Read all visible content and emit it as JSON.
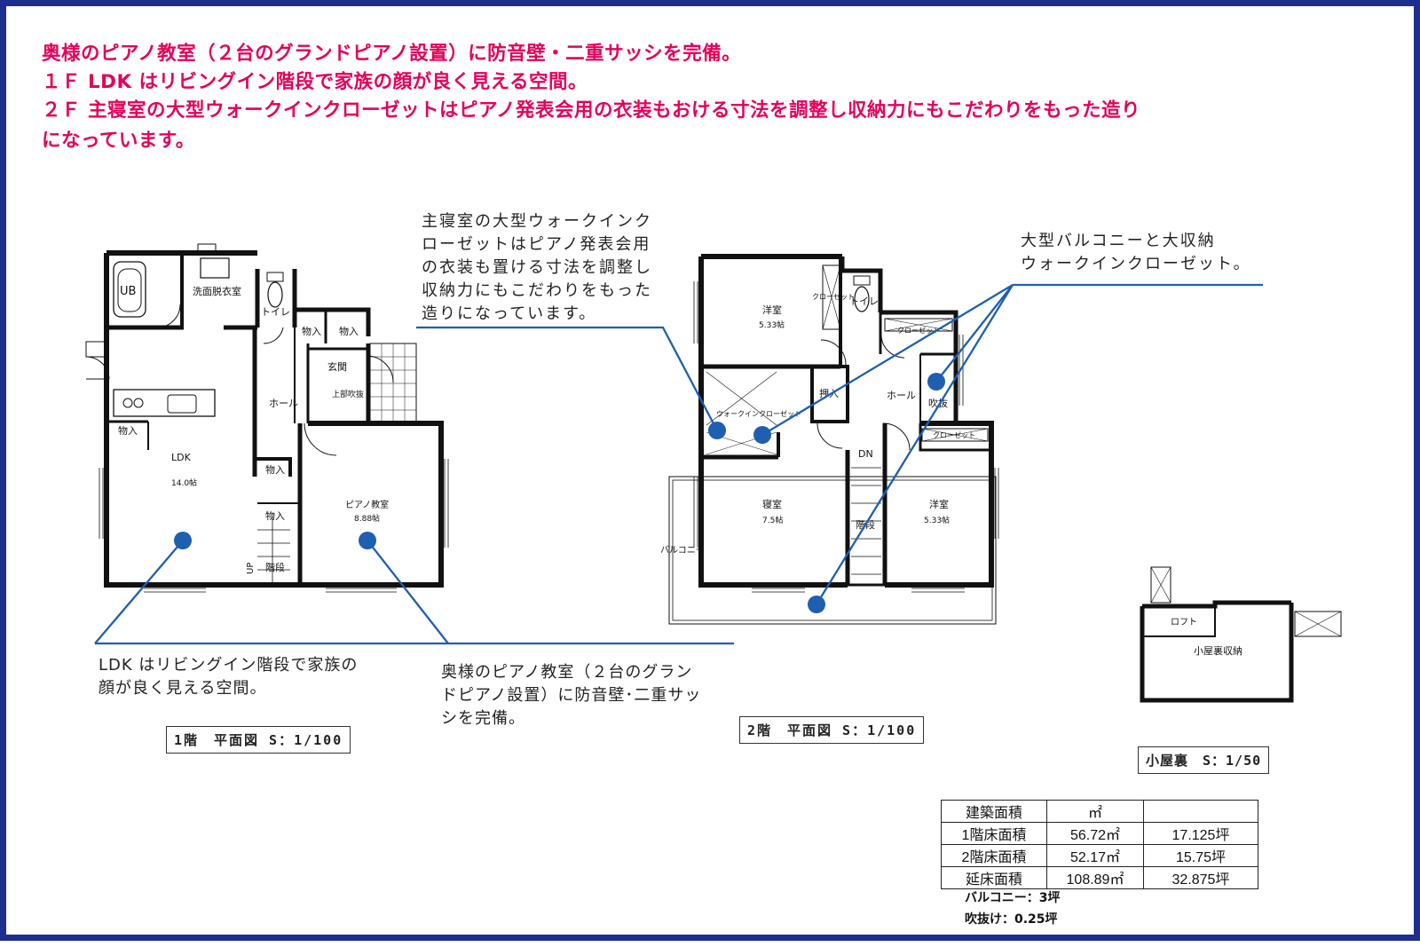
{
  "headline": {
    "line1": "奥様のピアノ教室（２台のグランドピアノ設置）に防音壁・二重サッシを完備。",
    "line2": "１Ｆ LDK はリビングイン階段で家族の顔が良く見える空間。",
    "line3": "２Ｆ 主寝室の大型ウォークインクローゼットはピアノ発表会用の衣装もおける寸法を調整し収納力にもこだわりをもった造り",
    "line4": "になっています。",
    "color": "#e5005a"
  },
  "frame_color": "#1c2f8f",
  "marker_color": "#1f5fb0",
  "notes": {
    "closet": [
      "主寝室の大型ウォークインク",
      "ローゼットはピアノ発表会用",
      "の衣装も置ける寸法を調整し",
      "収納力にもこだわりをもった",
      "造りになっています。"
    ],
    "balcony": [
      "大型バルコニーと大収納",
      "ウォークインクローゼット。"
    ],
    "ldk": [
      "LDK はリビングイン階段で家族の",
      "顔が良く見える空間。"
    ],
    "piano": [
      "奥様のピアノ教室（２台のグラン",
      "ドピアノ設置）に防音壁･二重サッ",
      "シを完備。"
    ]
  },
  "scale": {
    "floor1": "1階　平面図 S：1/100",
    "floor2": "2階　平面図 S：1/100",
    "attic": "小屋裏　S：1/50"
  },
  "floor1_labels": {
    "ub": "UB",
    "senmen": "洗面脱衣室",
    "toilet": "トイレ",
    "mono1": "物入",
    "mono2": "物入",
    "genkan": "玄関",
    "joubu": "上部吹抜",
    "hall": "ホール",
    "mono_kitchen": "物入",
    "ldk": "LDK",
    "ldk_size": "14.0帖",
    "mono3": "物入",
    "mono4": "物入",
    "piano": "ピアノ教室",
    "piano_size": "8.88帖",
    "up": "UP",
    "stairs": "階段"
  },
  "floor2_labels": {
    "youshitsu1": "洋室",
    "youshitsu1_size": "5.33帖",
    "closet1": "クローゼット",
    "toilet": "トイレ",
    "closet2": "クローゼット",
    "oshiire": "押入",
    "hall": "ホール",
    "fukinuke": "吹抜",
    "wic": "ウォークインクローゼット",
    "closet3": "クローゼット",
    "dn": "DN",
    "shinshitsu": "寝室",
    "shinshitsu_size": "7.5帖",
    "stairs": "階段",
    "youshitsu2": "洋室",
    "youshitsu2_size": "5.33帖",
    "balcony": "バルコニー"
  },
  "attic_labels": {
    "loft": "ロフト",
    "storage": "小屋裏収納"
  },
  "area_table": {
    "header": [
      "建築面積",
      "㎡",
      ""
    ],
    "rows": [
      [
        "1階床面積",
        "56.72㎡",
        "17.125坪"
      ],
      [
        "2階床面積",
        "52.17㎡",
        "15.75坪"
      ],
      [
        "延床面積",
        "108.89㎡",
        "32.875坪"
      ]
    ]
  },
  "footnotes": {
    "balcony": "バルコニー：3坪",
    "fukinuke": "吹抜け：0.25坪"
  }
}
